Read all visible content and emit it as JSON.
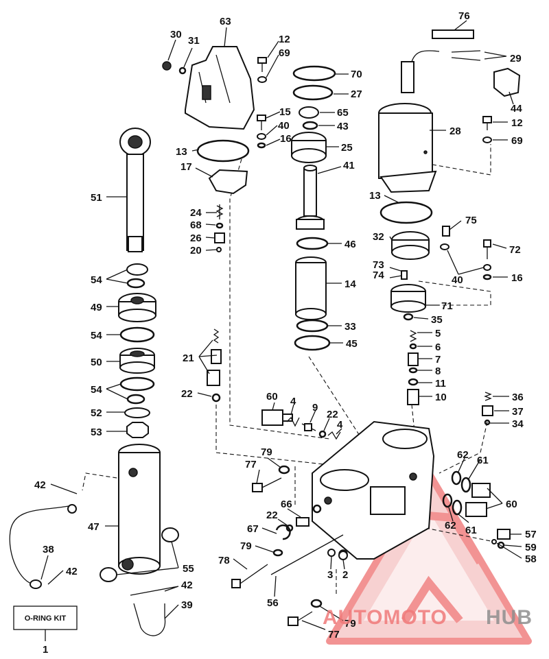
{
  "labels": {
    "p1": "1",
    "p2": "2",
    "p3": "3",
    "p4a": "4",
    "p4b": "4",
    "p5": "5",
    "p6": "6",
    "p7": "7",
    "p8": "8",
    "p9": "9",
    "p10": "10",
    "p11": "11",
    "p12a": "12",
    "p12b": "12",
    "p13a": "13",
    "p13b": "13",
    "p14": "14",
    "p15": "15",
    "p16a": "16",
    "p16b": "16",
    "p17": "17",
    "p20": "20",
    "p21": "21",
    "p22a": "22",
    "p22b": "22",
    "p22c": "22",
    "p24": "24",
    "p25": "25",
    "p26": "26",
    "p27": "27",
    "p28": "28",
    "p29": "29",
    "p30": "30",
    "p31": "31",
    "p32": "32",
    "p33": "33",
    "p34": "34",
    "p35": "35",
    "p36": "36",
    "p37": "37",
    "p38": "38",
    "p39": "39",
    "p40a": "40",
    "p40b": "40",
    "p41": "41",
    "p42a": "42",
    "p42b": "42",
    "p42c": "42",
    "p43": "43",
    "p44": "44",
    "p45": "45",
    "p46": "46",
    "p47": "47",
    "p49": "49",
    "p50": "50",
    "p51": "51",
    "p52": "52",
    "p53": "53",
    "p54a": "54",
    "p54b": "54",
    "p54c": "54",
    "p55": "55",
    "p56": "56",
    "p57": "57",
    "p58": "58",
    "p59": "59",
    "p60a": "60",
    "p60b": "60",
    "p61a": "61",
    "p61b": "61",
    "p62a": "62",
    "p62b": "62",
    "p63": "63",
    "p65": "65",
    "p66": "66",
    "p67": "67",
    "p68": "68",
    "p69a": "69",
    "p69b": "69",
    "p70": "70",
    "p71": "71",
    "p72": "72",
    "p73": "73",
    "p74": "74",
    "p75": "75",
    "p76": "76",
    "p77a": "77",
    "p77b": "77",
    "p78": "78",
    "p79a": "79",
    "p79b": "79",
    "p79c": "79"
  },
  "kit_box": {
    "text": "O-RING KIT"
  },
  "watermark": {
    "text_part1": "AUTOMOTO",
    "text_part2": "HUB",
    "color_primary": "#f07a7a",
    "color_light": "#f5b8b8",
    "color_gray": "#9a9a9a"
  }
}
